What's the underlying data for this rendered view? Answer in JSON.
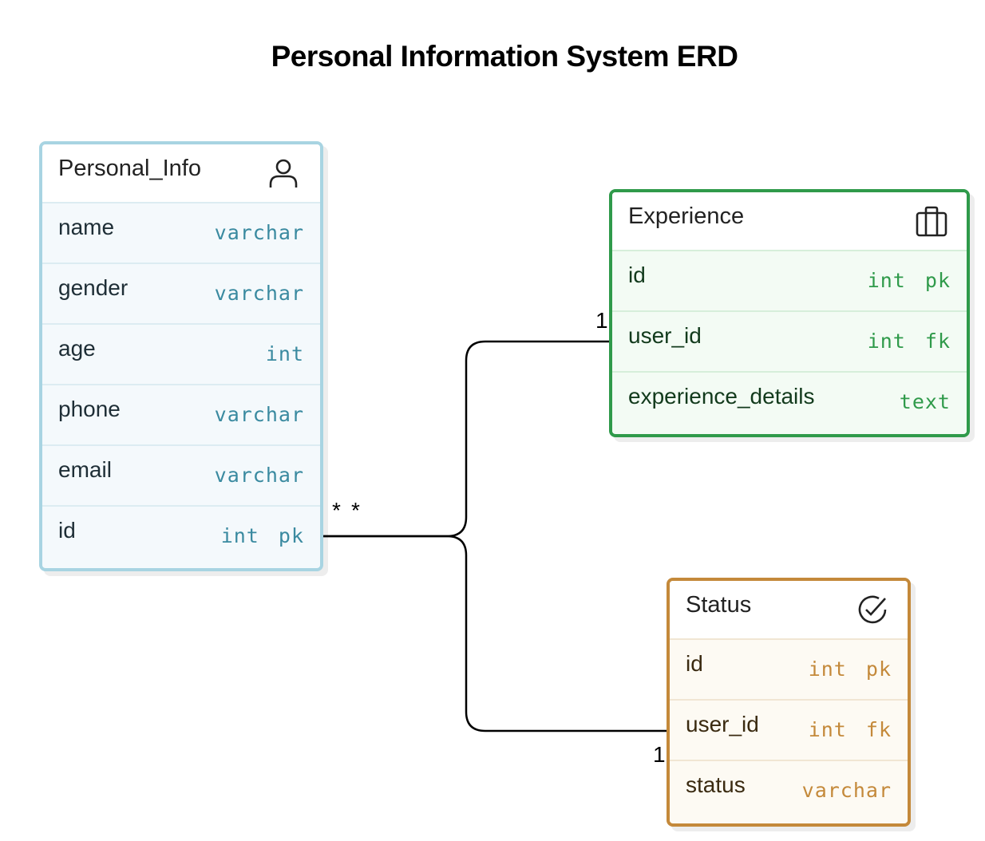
{
  "title": "Personal Information System ERD",
  "entities": {
    "personal_info": {
      "name": "Personal_Info",
      "icon": "user-icon",
      "color": "#a8d4e2",
      "fields": [
        {
          "name": "name",
          "type": "varchar"
        },
        {
          "name": "gender",
          "type": "varchar"
        },
        {
          "name": "age",
          "type": "int"
        },
        {
          "name": "phone",
          "type": "varchar"
        },
        {
          "name": "email",
          "type": "varchar"
        },
        {
          "name": "id",
          "type": "int pk"
        }
      ]
    },
    "experience": {
      "name": "Experience",
      "icon": "briefcase-icon",
      "color": "#2f9a4a",
      "fields": [
        {
          "name": "id",
          "type": "int pk"
        },
        {
          "name": "user_id",
          "type": "int fk"
        },
        {
          "name": "experience_details",
          "type": "text"
        }
      ]
    },
    "status": {
      "name": "Status",
      "icon": "check-circle-icon",
      "color": "#c4893a",
      "fields": [
        {
          "name": "id",
          "type": "int pk"
        },
        {
          "name": "user_id",
          "type": "int fk"
        },
        {
          "name": "status",
          "type": "varchar"
        }
      ]
    }
  },
  "relationships": {
    "personal_to_experience": {
      "from": "Personal_Info.id",
      "to": "Experience.user_id",
      "from_card": "*",
      "to_card": "1"
    },
    "personal_to_status": {
      "from": "Personal_Info.id",
      "to": "Status.user_id",
      "from_card": "*",
      "to_card": "1"
    }
  }
}
